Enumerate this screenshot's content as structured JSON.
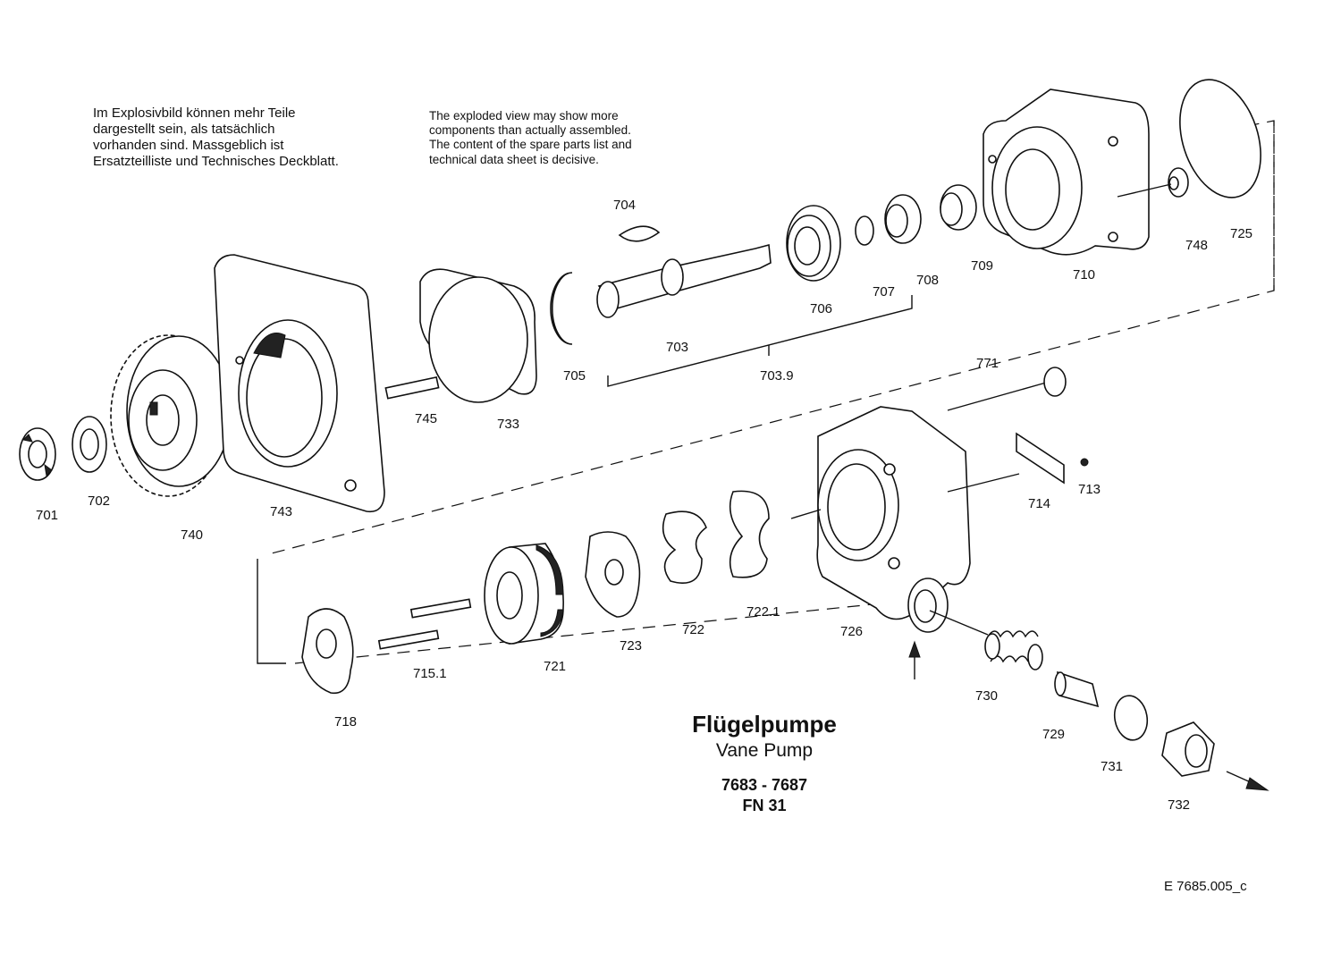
{
  "notes": {
    "german": "Im Explosivbild können mehr Teile\ndargestellt sein, als tatsächlich\nvorhanden sind. Massgeblich ist\nErsatzteilliste und Technisches Deckblatt.",
    "english": "The exploded view may show more\ncomponents than actually assembled.\nThe content of the spare parts list and\ntechnical data sheet is decisive."
  },
  "title": {
    "german": "Flügelpumpe",
    "english": "Vane Pump",
    "range": "7683 - 7687",
    "fn": "FN 31"
  },
  "doc_code": "E  7685.005_c",
  "parts": {
    "p701": "701",
    "p702": "702",
    "p740": "740",
    "p743": "743",
    "p745": "745",
    "p733": "733",
    "p705": "705",
    "p704": "704",
    "p703": "703",
    "p703_9": "703.9",
    "p706": "706",
    "p707": "707",
    "p708": "708",
    "p709": "709",
    "p710": "710",
    "p748": "748",
    "p725": "725",
    "p771": "771",
    "p714": "714",
    "p713": "713",
    "p726": "726",
    "p722_1": "722.1",
    "p722": "722",
    "p723": "723",
    "p721": "721",
    "p715_1": "715.1",
    "p718": "718",
    "p730": "730",
    "p729": "729",
    "p731": "731",
    "p732": "732"
  }
}
